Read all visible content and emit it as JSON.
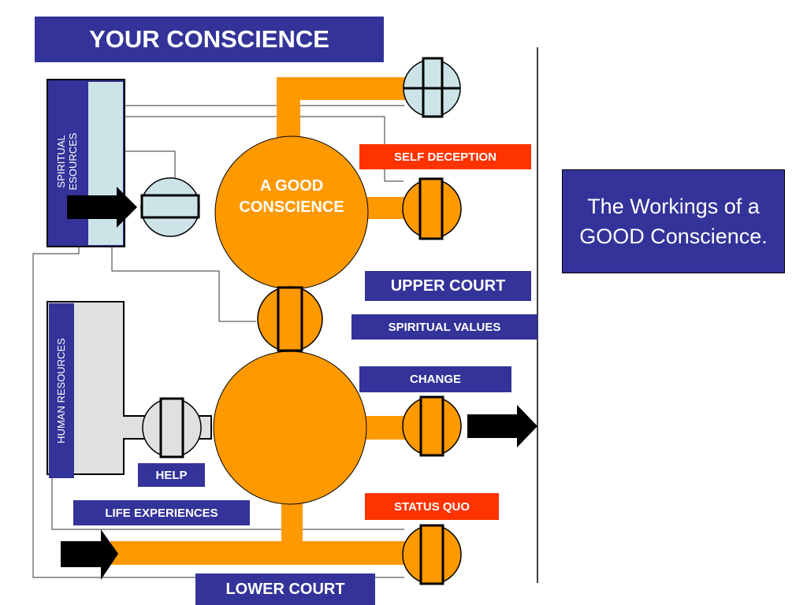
{
  "title": "YOUR CONSCIENCE",
  "good_conscience_lines": [
    "A GOOD",
    "CONSCIENCE"
  ],
  "spiritual_resources_lines": [
    "SPIRITUAL",
    "ESOURCES"
  ],
  "human_resources": "HUMAN  RESOURCES",
  "labels": {
    "self_deception": "SELF DECEPTION",
    "upper_court": "UPPER COURT",
    "spiritual_values": "SPIRITUAL VALUES",
    "change": "CHANGE",
    "help": "HELP",
    "life_experiences": "LIFE EXPERIENCES",
    "status_quo": "STATUS QUO",
    "lower_court": "LOWER COURT"
  },
  "side_note": "The Workings of a GOOD Conscience.",
  "colors": {
    "navy": "#333399",
    "orange": "#ff9900",
    "red": "#ff3300",
    "light_blue": "#cce4e8",
    "light_gray": "#e0e0e0",
    "black": "#000000",
    "white": "#ffffff"
  }
}
